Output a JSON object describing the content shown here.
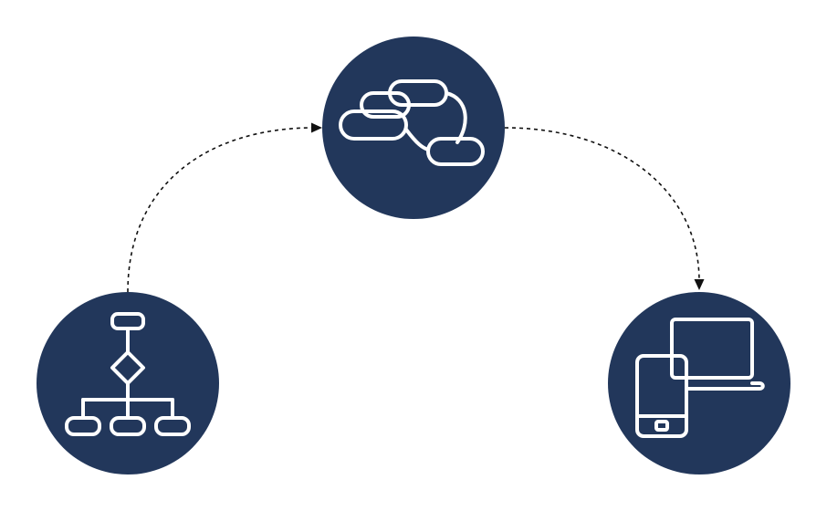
{
  "colors": {
    "node_fill": "#22375b",
    "icon": "#ffffff",
    "connector": "#111111",
    "background": "#ffffff"
  },
  "nodes": [
    {
      "id": "flowchart",
      "icon": "flowchart-icon"
    },
    {
      "id": "cloud",
      "icon": "cloud-network-icon"
    },
    {
      "id": "devices",
      "icon": "devices-icon"
    }
  ],
  "connectors": [
    {
      "from": "flowchart",
      "to": "cloud",
      "style": "dashed",
      "arrow": "end"
    },
    {
      "from": "cloud",
      "to": "devices",
      "style": "dashed",
      "arrow": "end"
    }
  ]
}
